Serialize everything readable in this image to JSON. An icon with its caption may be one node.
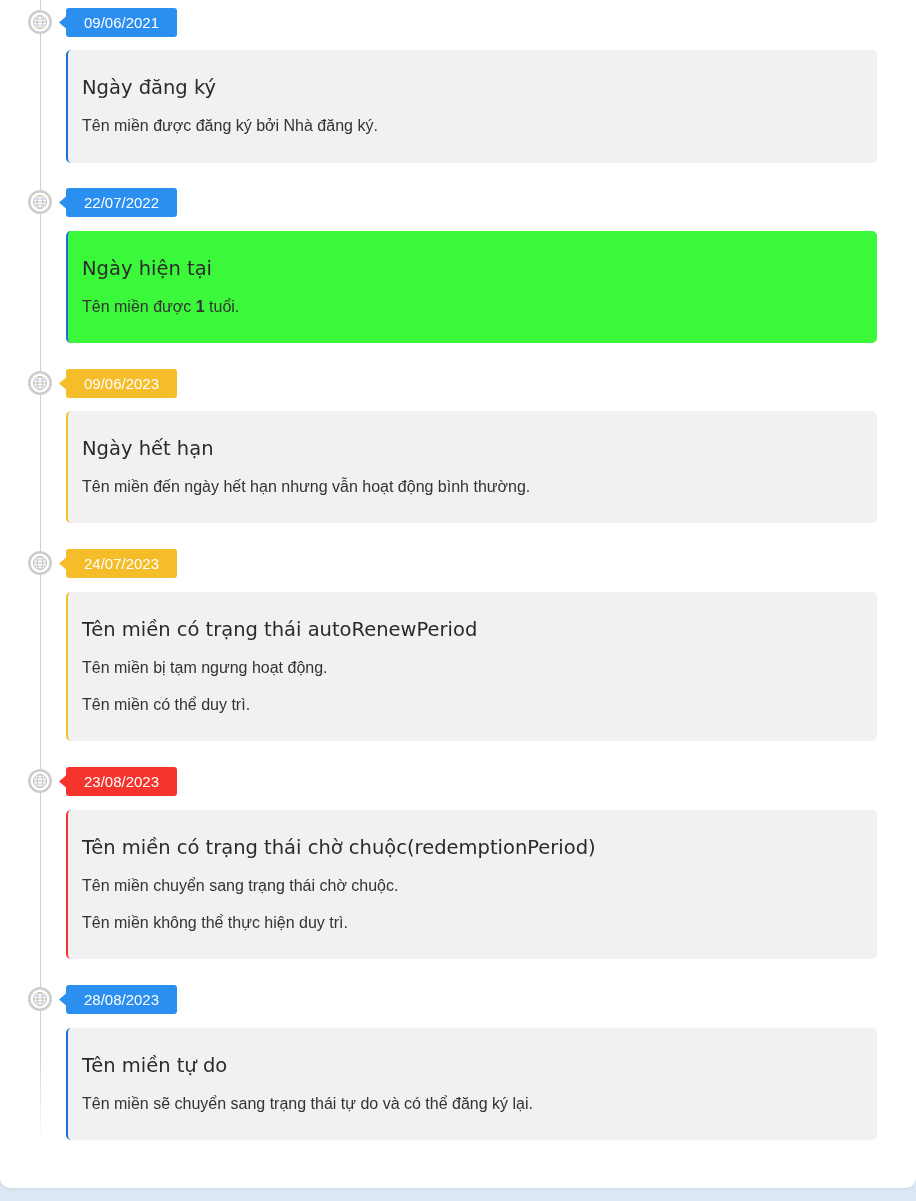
{
  "diagram": {
    "nodes": [
      {
        "text": [
          "09/06/2021"
        ]
      },
      {
        "text": [
          "Ngày đăng ký",
          "Tên miền được đăng ký bởi Nhà đăng ký."
        ]
      },
      {
        "text": [
          "22/07/2022"
        ]
      },
      {
        "text": [
          "Ngày hiện tại",
          "Tên miền được **1** tuổi."
        ]
      },
      {
        "text": [
          "09/06/2023"
        ]
      },
      {
        "text": [
          "Ngày hết hạn",
          "Tên miền đến ngày hết hạn nhưng vẫn hoạt động bình thường."
        ]
      },
      {
        "text": [
          "24/07/2023"
        ]
      },
      {
        "text": [
          "Tên miền có trạng thái autoRenewPeriod",
          "Tên miền bị tạm ngưng hoạt động.",
          "Tên miền có thể duy trì."
        ]
      },
      {
        "text": [
          "23/08/2023"
        ]
      },
      {
        "text": [
          "Tên miền có trạng thái chờ chuộc(redemptionPeriod)",
          "Tên miền chuyển sang trạng thái chờ chuộc.",
          "Tên miền không thể thực hiện duy trì."
        ]
      },
      {
        "text": [
          "28/08/2023"
        ]
      },
      {
        "text": [
          "Tên miền tự do",
          "Tên miền sẽ chuyển sang trạng thái tự do và có thể đăng ký lại."
        ]
      }
    ]
  }
}
